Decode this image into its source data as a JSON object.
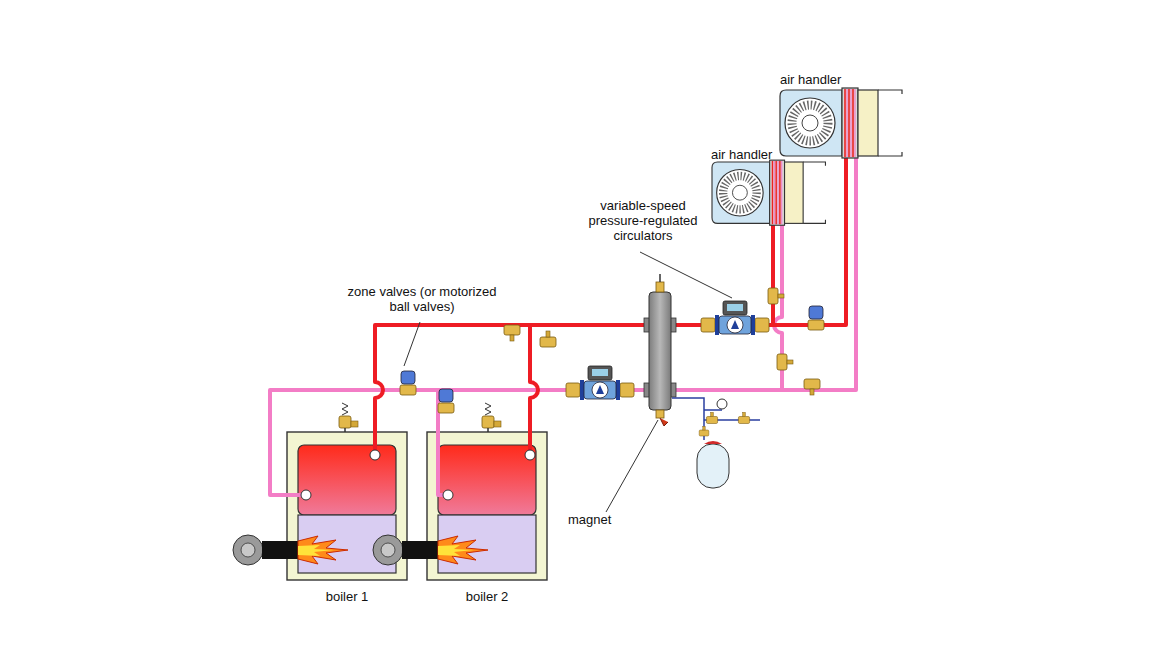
{
  "diagram": {
    "nodes": [
      {
        "text": [
          "air handler"
        ]
      },
      {
        "text": [
          "air handler"
        ]
      },
      {
        "text": [
          "boiler 1"
        ]
      },
      {
        "text": [
          "boiler 2"
        ]
      }
    ],
    "labels": [
      "variable-speed pressure-regulated circulators",
      "zone valves (or motorized ball valves)",
      "magnet"
    ]
  }
}
